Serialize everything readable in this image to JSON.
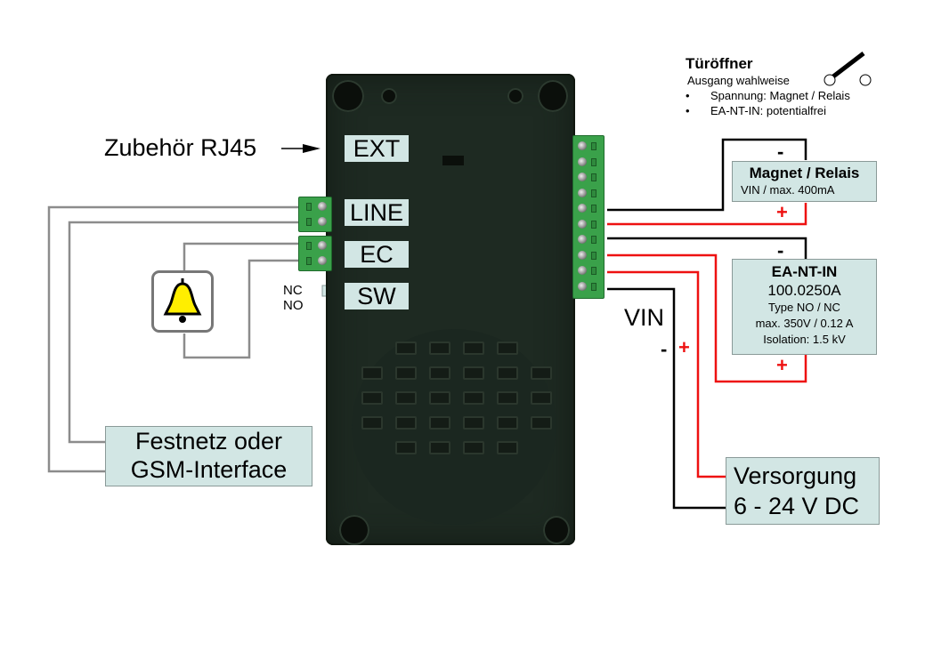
{
  "door_opener": {
    "title": "Türöffner",
    "subtitle": "Ausgang wahlweise",
    "bullets": [
      "Spannung: Magnet / Relais",
      "EA-NT-IN: potentialfrei"
    ]
  },
  "accessory": {
    "label": "Zubehör RJ45"
  },
  "device_labels": {
    "ext": "EXT",
    "line": "LINE",
    "ec": "EC",
    "sw": "SW"
  },
  "switch_options": {
    "nc": "NC",
    "no": "NO"
  },
  "magnet_relay": {
    "title": "Magnet / Relais",
    "spec": "VIN / max. 400mA",
    "minus": "-",
    "plus": "+"
  },
  "ea_nt_in": {
    "title": "EA-NT-IN",
    "part_number": "100.0250A",
    "type": "Type NO / NC",
    "max": "max. 350V / 0.12 A",
    "isolation": "Isolation: 1.5 kV",
    "minus": "-",
    "plus": "+"
  },
  "vin": {
    "label": "VIN",
    "minus": "-",
    "plus": "+"
  },
  "supply": {
    "line1": "Versorgung",
    "line2": "6 - 24 V DC"
  },
  "interface": {
    "line1": "Festnetz oder",
    "line2": "GSM-Interface"
  },
  "bell": {
    "icon": "bell-icon"
  },
  "colors": {
    "wire_black": "#000000",
    "wire_red": "#ee1111",
    "wire_gray": "#8c8c8c",
    "label_fill": "#d2e6e4",
    "terminal_green": "#3aa14a",
    "device_body": "#1e2a22",
    "bell_yellow": "#ffee00"
  }
}
